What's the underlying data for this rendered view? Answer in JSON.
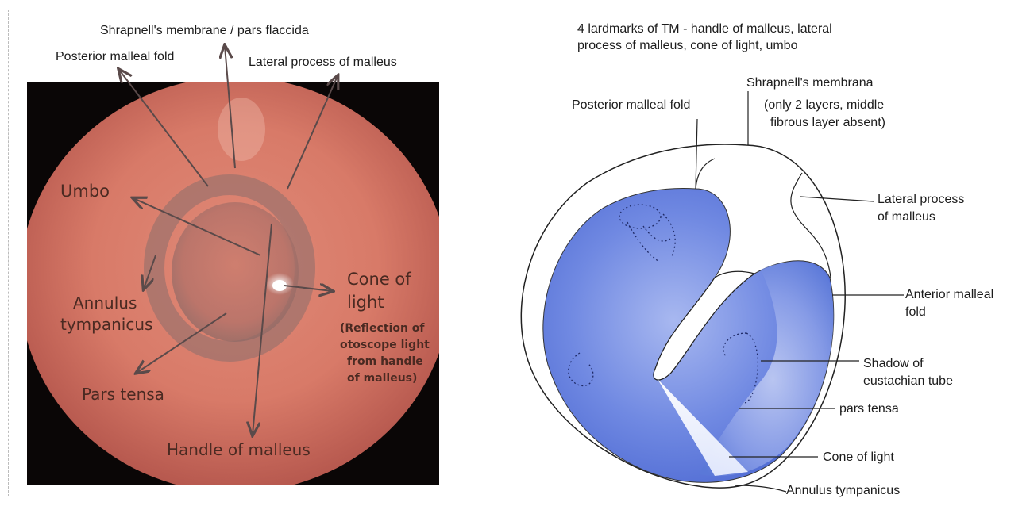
{
  "left_panel": {
    "top_labels": {
      "shrapnell": "Shrapnell's membrane / pars flaccida",
      "posterior_fold": "Posterior malleal fold",
      "lateral_process": "Lateral process of malleus"
    },
    "photo_labels": {
      "umbo": "Umbo",
      "annulus_line1": "Annulus",
      "annulus_line2": "tympanicus",
      "pars_tensa": "Pars tensa",
      "cone_line1": "Cone of",
      "cone_line2": "light",
      "reflection_lines": [
        "(Reflection of",
        "otoscope light",
        "from handle",
        "of malleus)"
      ],
      "handle": "Handle of malleus"
    },
    "colors": {
      "photo_bg": "#0a0606",
      "tm_pink": "#d57868",
      "arrow": "#5a4a4a"
    }
  },
  "right_panel": {
    "heading_lines": [
      "4 lardmarks of TM - handle of malleus, lateral",
      "process of malleus, cone of light, umbo"
    ],
    "labels": {
      "shrapnell": "Shrapnell's membrana",
      "shrapnell_note_line1": "(only 2 layers, middle",
      "shrapnell_note_line2": "fibrous layer absent)",
      "posterior_fold": "Posterior malleal fold",
      "lateral_process_line1": "Lateral process",
      "lateral_process_line2": "of malleus",
      "anterior_fold_line1": "Anterior malleal",
      "anterior_fold_line2": "fold",
      "shadow_line1": "Shadow of",
      "shadow_line2": "eustachian tube",
      "pars_tensa": "pars tensa",
      "cone": "Cone of light",
      "annulus": "Annulus tympanicus"
    },
    "colors": {
      "membrane_blue": "#5a78d8",
      "membrane_light": "#c2cdf3",
      "outline": "#222222"
    }
  }
}
